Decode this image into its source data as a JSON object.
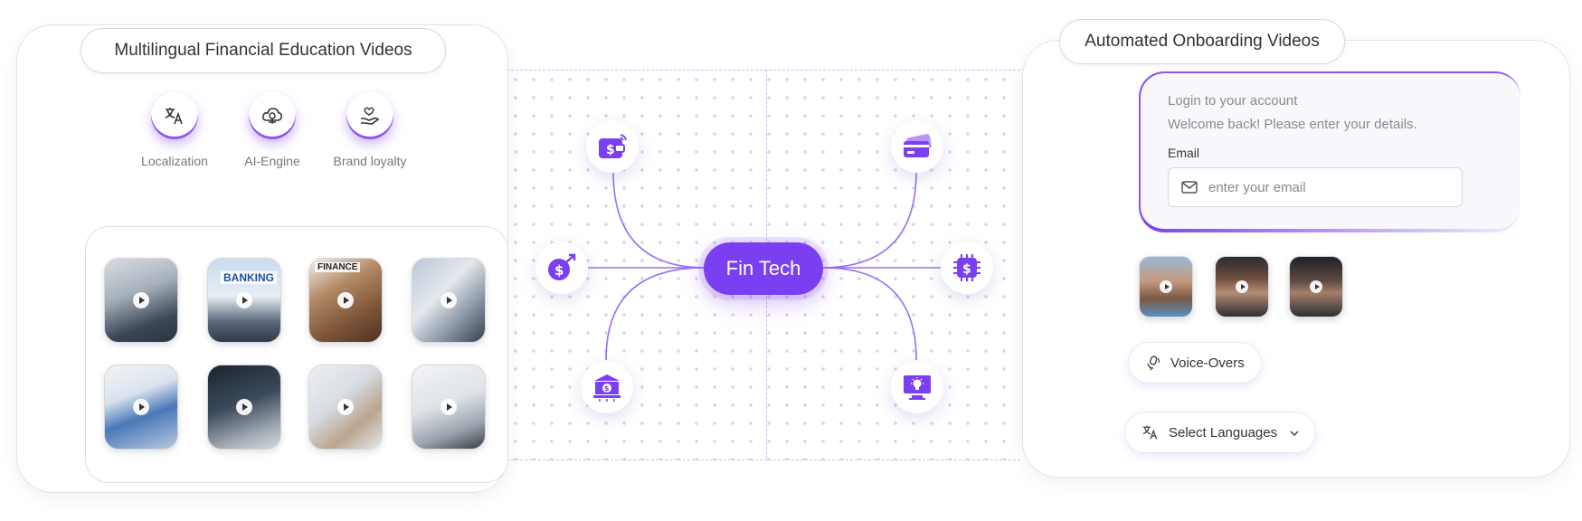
{
  "colors": {
    "accent": "#7a3ff0",
    "accent_light": "#ebe3fd",
    "border": "#e4e4e8"
  },
  "left_card": {
    "title": "Multilingual Financial Education Videos",
    "features": [
      {
        "label": "Localization",
        "icon": "translate-icon"
      },
      {
        "label": "AI-Engine",
        "icon": "ai-cloud-icon"
      },
      {
        "label": "Brand loyalty",
        "icon": "hand-heart-icon"
      }
    ],
    "videos": [
      {
        "label": ""
      },
      {
        "label": "BANKING"
      },
      {
        "label": "FINANCE"
      },
      {
        "label": ""
      },
      {
        "label": ""
      },
      {
        "label": ""
      },
      {
        "label": ""
      },
      {
        "label": ""
      }
    ]
  },
  "hub": {
    "label": "Fin Tech",
    "nodes": [
      {
        "icon": "wallet-dollar-icon"
      },
      {
        "icon": "credit-card-icon"
      },
      {
        "icon": "dollar-growth-icon"
      },
      {
        "icon": "dollar-chip-icon"
      },
      {
        "icon": "bank-dollar-icon"
      },
      {
        "icon": "monitor-idea-icon"
      }
    ]
  },
  "right_card": {
    "title": "Automated Onboarding Videos",
    "login": {
      "heading": "Login to your account",
      "subheading": "Welcome back! Please enter your details.",
      "email_label": "Email",
      "email_placeholder": "enter your email"
    },
    "presenters": [
      {
        "icon": "play-icon"
      },
      {
        "icon": "play-icon"
      },
      {
        "icon": "play-icon"
      }
    ],
    "voice_overs_label": "Voice-Overs",
    "languages_label": "Select Languages"
  }
}
